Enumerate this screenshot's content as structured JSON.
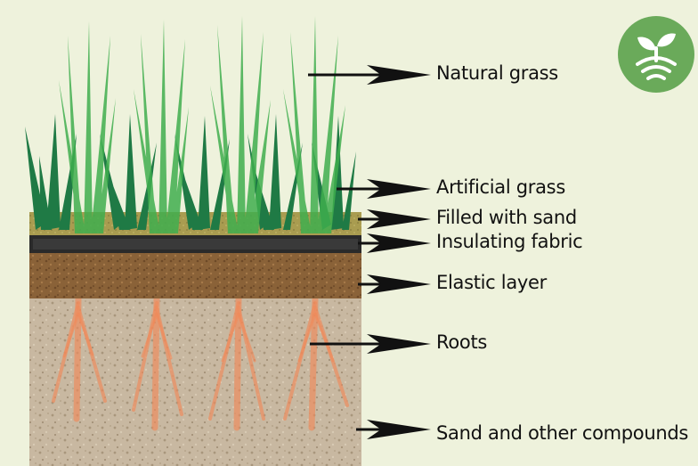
{
  "labels": {
    "natural_grass": "Natural grass",
    "artificial_grass": "Artificial grass",
    "filled_with_sand": "Filled with sand",
    "insulating_fabric": "Insulating fabric",
    "elastic_layer": "Elastic layer",
    "roots": "Roots",
    "sand_compounds": "Sand and other compounds"
  },
  "colors": {
    "background": "#eef2dc",
    "logo": "#6aaa5a",
    "natural_grass": "#3fae4e",
    "artificial_grass": "#1f7a45",
    "sand_layer": "#a89a4e",
    "fabric": "#2a2a2a",
    "elastic": "#8a6238",
    "soil": "#c9b9a2",
    "roots": "#f08a5a"
  },
  "logo_icon": "sprout-signal-icon"
}
